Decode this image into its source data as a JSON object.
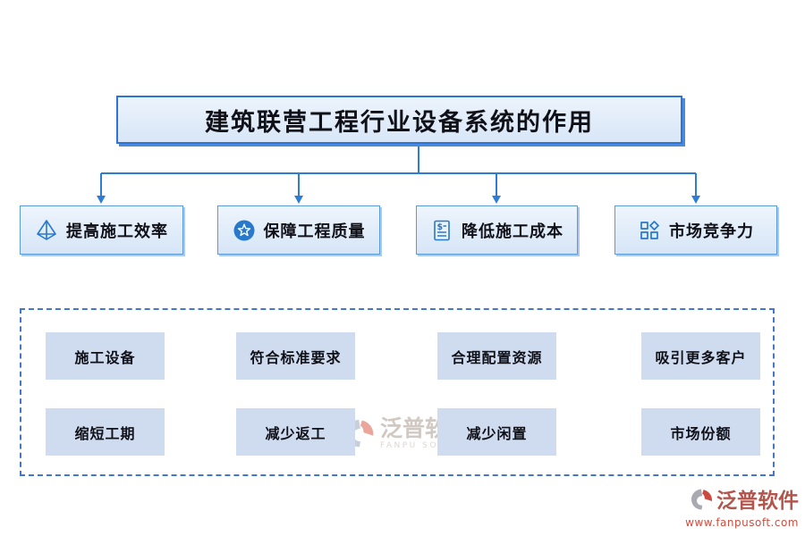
{
  "title": {
    "text": "建筑联营工程行业设备系统的作用"
  },
  "branches": [
    {
      "icon": "pyramid-icon",
      "label": "提高施工效率"
    },
    {
      "icon": "quality-medal-icon",
      "label": "保障工程质量"
    },
    {
      "icon": "cost-invoice-icon",
      "label": "降低施工成本"
    },
    {
      "icon": "components-icon",
      "label": "市场竞争力"
    }
  ],
  "details": {
    "rows": [
      {
        "cells": [
          "施工设备",
          "符合标准要求",
          "合理配置资源",
          "吸引更多客户"
        ]
      },
      {
        "cells": [
          "缩短工期",
          "减少返工",
          "减少闲置",
          "市场份额"
        ]
      }
    ]
  },
  "watermarks": {
    "center": {
      "brand": "泛普软件",
      "subtitle": "FANPU SOFTWARE"
    },
    "corner": {
      "brand": "泛普软件",
      "url": "www.fanpusoft.com"
    }
  },
  "colors": {
    "connector_blue": "#2f7cd3",
    "title_border": "#2e74d2",
    "box_fill_light": "#e8f1fb",
    "box_border": "#5b9bd5",
    "cell_fill": "#cfdcf0",
    "dashed_frame": "#4577c8",
    "text_dark": "#101018",
    "brand_red": "#b2564d",
    "url_red": "#c94f43"
  }
}
